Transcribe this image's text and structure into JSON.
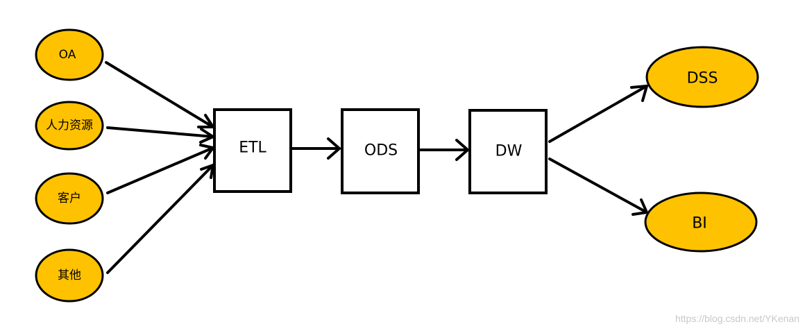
{
  "sources": [
    {
      "id": "oa",
      "label": "OA"
    },
    {
      "id": "hr",
      "label": "人力资源"
    },
    {
      "id": "customer",
      "label": "客户"
    },
    {
      "id": "other",
      "label": "其他"
    }
  ],
  "stages": [
    {
      "id": "etl",
      "label": "ETL"
    },
    {
      "id": "ods",
      "label": "ODS"
    },
    {
      "id": "dw",
      "label": "DW"
    }
  ],
  "outputs": [
    {
      "id": "dss",
      "label": "DSS"
    },
    {
      "id": "bi",
      "label": "BI"
    }
  ],
  "edges": [
    {
      "from": "oa",
      "to": "etl"
    },
    {
      "from": "hr",
      "to": "etl"
    },
    {
      "from": "customer",
      "to": "etl"
    },
    {
      "from": "other",
      "to": "etl"
    },
    {
      "from": "etl",
      "to": "ods"
    },
    {
      "from": "ods",
      "to": "dw"
    },
    {
      "from": "dw",
      "to": "dss"
    },
    {
      "from": "dw",
      "to": "bi"
    }
  ],
  "colors": {
    "node_fill": "#FFC200",
    "stroke": "#000000",
    "box_fill": "#FFFFFF"
  },
  "watermark": "https://blog.csdn.net/YKenan"
}
